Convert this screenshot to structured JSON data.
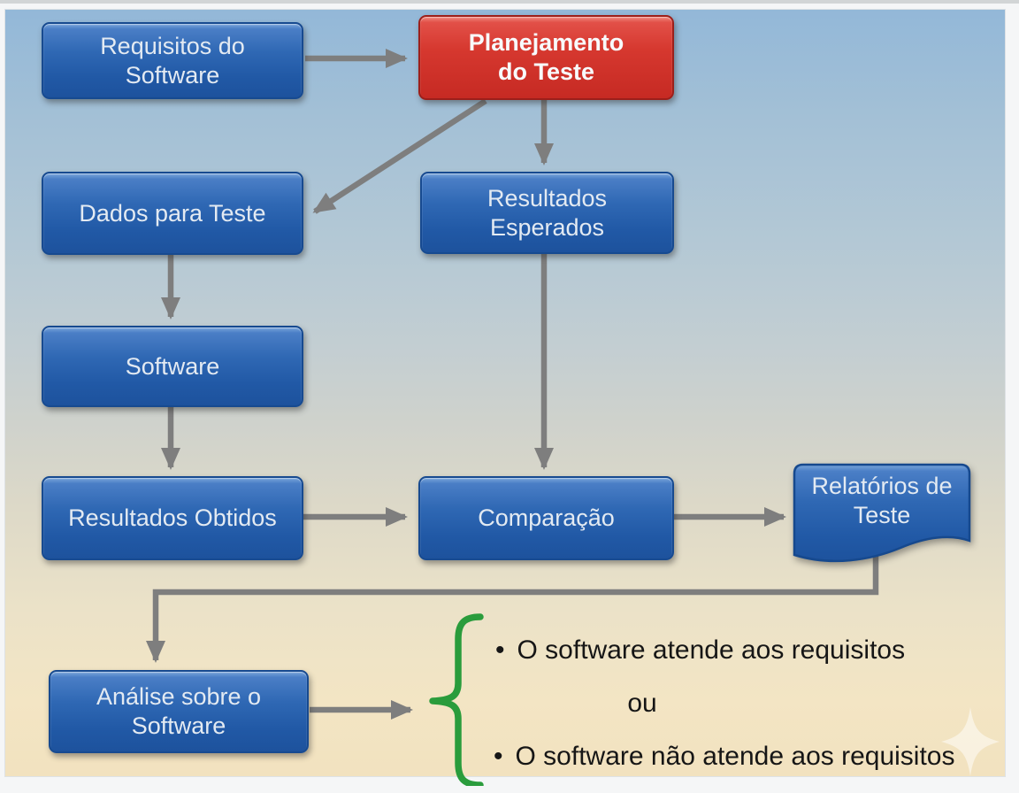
{
  "slide": {
    "title_hint": "Processo de teste de software (fluxograma)",
    "nodes": [
      {
        "id": "requisitos-do-software",
        "label": [
          "Requisitos do",
          "Software"
        ],
        "shape": "rounded-rect",
        "color": "blue"
      },
      {
        "id": "planejamento-do-teste",
        "label": [
          "Planejamento",
          "do Teste"
        ],
        "shape": "rounded-rect",
        "color": "red",
        "emphasis": "bold"
      },
      {
        "id": "dados-para-teste",
        "label": "Dados para Teste",
        "shape": "rounded-rect",
        "color": "blue"
      },
      {
        "id": "resultados-esperados",
        "label": [
          "Resultados",
          "Esperados"
        ],
        "shape": "rounded-rect",
        "color": "blue"
      },
      {
        "id": "software",
        "label": "Software",
        "shape": "rounded-rect",
        "color": "blue"
      },
      {
        "id": "resultados-obtidos",
        "label": "Resultados Obtidos",
        "shape": "rounded-rect",
        "color": "blue"
      },
      {
        "id": "comparacao",
        "label": "Comparação",
        "shape": "rounded-rect",
        "color": "blue"
      },
      {
        "id": "relatorios-de-teste",
        "label": [
          "Relatórios de",
          "Teste"
        ],
        "shape": "document",
        "color": "blue"
      },
      {
        "id": "analise-sobre-o-software",
        "label": [
          "Análise sobre o",
          "Software"
        ],
        "shape": "rounded-rect",
        "color": "blue"
      }
    ],
    "edges": [
      {
        "from": "requisitos-do-software",
        "to": "planejamento-do-teste"
      },
      {
        "from": "planejamento-do-teste",
        "to": "dados-para-teste"
      },
      {
        "from": "planejamento-do-teste",
        "to": "resultados-esperados"
      },
      {
        "from": "dados-para-teste",
        "to": "software"
      },
      {
        "from": "software",
        "to": "resultados-obtidos"
      },
      {
        "from": "resultados-esperados",
        "to": "comparacao"
      },
      {
        "from": "resultados-obtidos",
        "to": "comparacao"
      },
      {
        "from": "comparacao",
        "to": "relatorios-de-teste"
      },
      {
        "from": "relatorios-de-teste",
        "to": "analise-sobre-o-software"
      },
      {
        "from": "analise-sobre-o-software",
        "to": "outcomes-brace"
      }
    ],
    "outcomes": {
      "bullet": "•",
      "items": [
        "O software atende aos requisitos",
        "O software não atende aos requisitos"
      ],
      "separator": "ou"
    },
    "colors": {
      "node_blue": "#2c66b3",
      "node_blue_border": "#174a90",
      "node_red": "#d0302a",
      "node_red_border": "#9c1f1a",
      "arrow_gray": "#7e7e7e",
      "brace_green": "#2a9c3c",
      "node_text": "#e3eaf2",
      "body_text": "#161616",
      "background_top": "#93b8d8",
      "background_bottom": "#f2e2bf"
    }
  }
}
